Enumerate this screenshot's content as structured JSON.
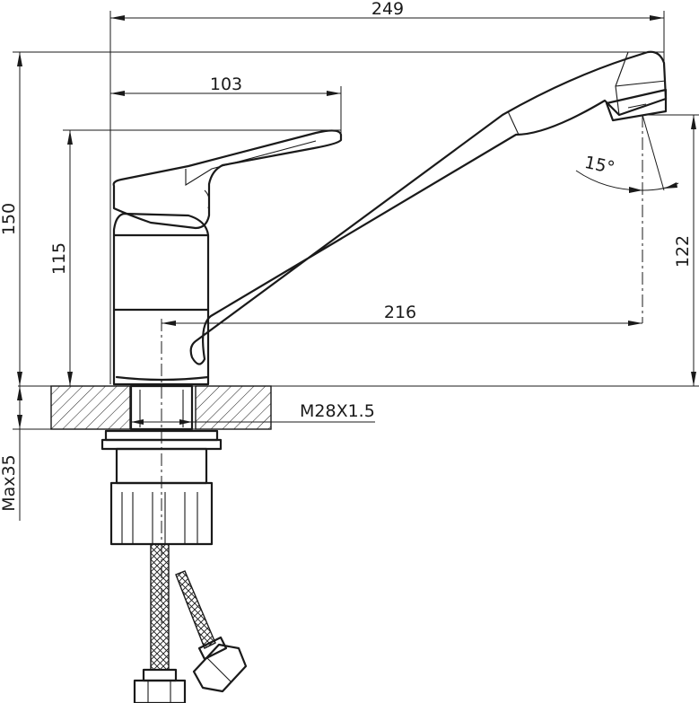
{
  "drawing": {
    "dimensions": {
      "overall_length": "249",
      "handle_length": "103",
      "total_height": "150",
      "body_height": "115",
      "outlet_height": "122",
      "spout_reach": "216",
      "spout_angle": "15°",
      "thread": "M28X1.5",
      "max_thickness": "Max35"
    }
  }
}
